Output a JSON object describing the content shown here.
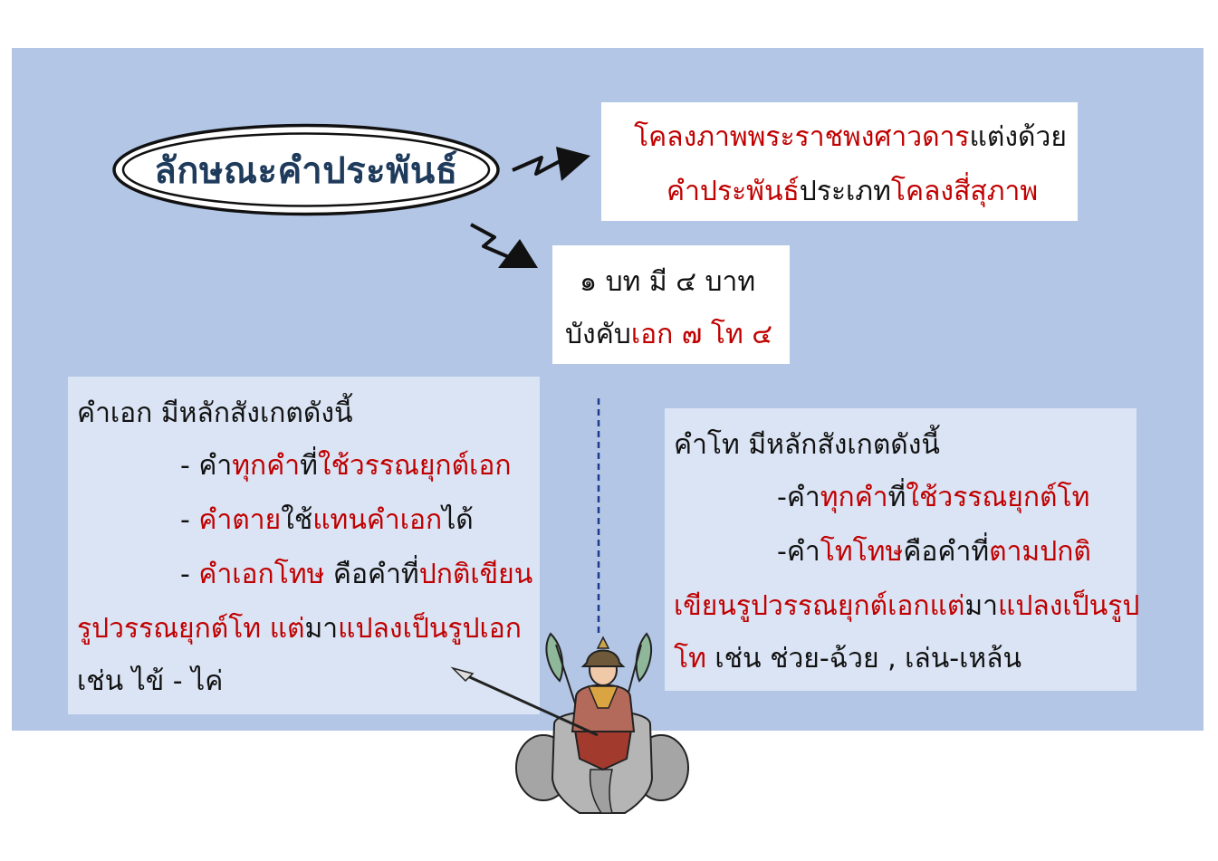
{
  "title": "ลักษณะคำประพันธ์",
  "type_box": {
    "line1_red": "โคลงภาพพระราชพงศาวดาร",
    "line1_black": "แต่งด้วย",
    "line2_red1": "คำประพันธ์",
    "line2_black": "ประเภท",
    "line2_red2": "โคลงสี่สุภาพ"
  },
  "rule_box": {
    "line1": "๑ บท มี ๔ บาท",
    "line2_black": "บังคับ",
    "line2_red": "เอก ๗ โท ๔"
  },
  "ek": {
    "heading": "คำเอก มีหลักสังเกตดังนี้",
    "b1_prefix": "- คำ",
    "b1_red1": "ทุกคำ",
    "b1_black": "ที่",
    "b1_red2": "ใช้วรรณยุกต์เอก",
    "b2_prefix": "- ",
    "b2_red1": "คำตาย",
    "b2_black1": "ใช้",
    "b2_red2": "แทนคำเอก",
    "b2_black2": "ได้",
    "b3_prefix": "- ",
    "b3_red1": "คำเอกโทษ",
    "b3_black": " คือคำที่",
    "b3_red2": "ปกติเขียน",
    "l4_red1": "รูปวรรณยุกต์โท แต่",
    "l4_black": "มา",
    "l4_red2": "แปลงเป็นรูปเอก",
    "l5": "เช่น  ไข้ - ไค่"
  },
  "tho": {
    "heading": "คำโท มีหลักสังเกตดังนี้",
    "b1_prefix": "-คำ",
    "b1_red1": "ทุกคำ",
    "b1_black": "ที่",
    "b1_red2": "ใช้วรรณยุกต์โท",
    "b2_prefix": "-คำ",
    "b2_red1": "โทโทษ",
    "b2_black": "คือคำที่",
    "b2_red2": "ตามปกติ",
    "l3_red1": "เขียนรูปวรรณยุกต์เอกแต่",
    "l3_black": "มา",
    "l3_red2": "แปลงเป็นรูป",
    "l4_red": "โท",
    "l4_black": " เช่น ช่วย-ฉ้วย  , เล่น-เหล้น"
  },
  "colors": {
    "panel": "#b3c6e6",
    "list_box": "#dbe4f4",
    "accent_red": "#c00000",
    "title_blue": "#1f3b5c",
    "divider": "#1f3a8a"
  },
  "icons": [
    "zigzag-arrow-icon",
    "warrior-on-elephant-illustration"
  ]
}
